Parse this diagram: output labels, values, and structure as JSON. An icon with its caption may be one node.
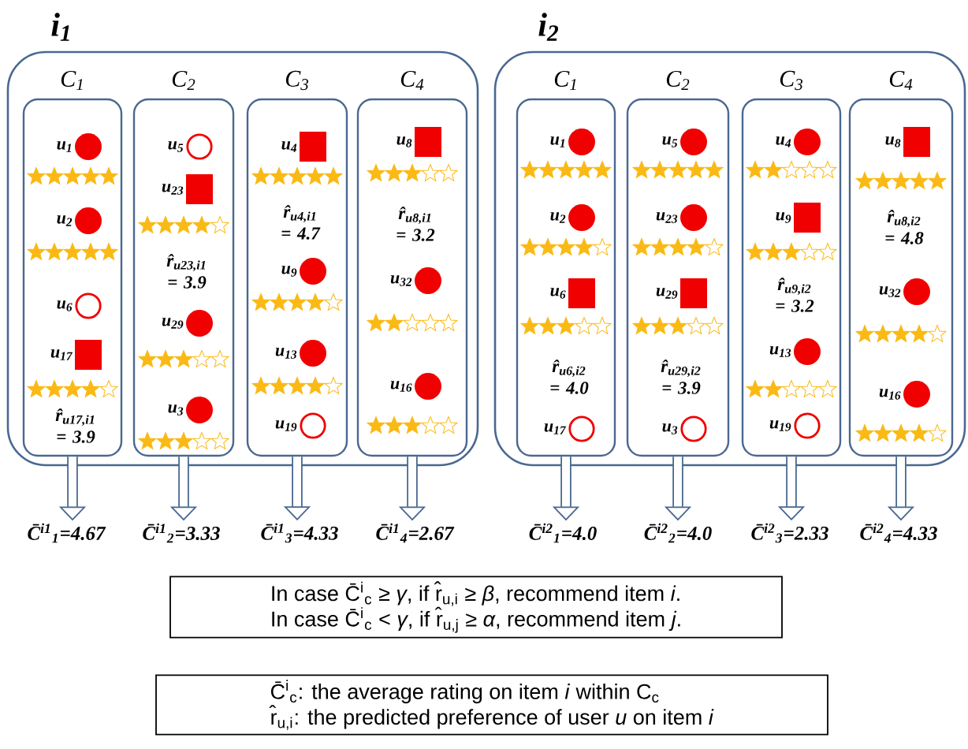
{
  "diagram": {
    "nodes": [
      {
        "text": [
          "i$_{1}$"
        ]
      },
      {
        "text": [
          "C$_{1}$",
          "u$_{1}$",
          "u$_{2}$",
          "u$_{6}$",
          "u$_{17}$",
          "r̂$_{u17,i1}$ = 3.9"
        ],
        "in": 0
      },
      {
        "text": [
          "C$_{2}$",
          "u$_{5}$",
          "u$_{23}$",
          "r̂$_{u23,i1}$ = 3.9",
          "u$_{29}$",
          "u$_{3}$"
        ],
        "in": 0
      },
      {
        "text": [
          "C$_{3}$",
          "u$_{4}$",
          "r̂$_{u4,i1}$ = 4.7",
          "u$_{9}$",
          "u$_{13}$",
          "u$_{19}$"
        ],
        "in": 0
      },
      {
        "text": [
          "C$_{4}$",
          "u$_{8}$",
          "r̂$_{u8,i1}$ = 3.2",
          "u$_{32}$",
          "u$_{16}$"
        ],
        "in": 0
      },
      {
        "text": [
          "i$_{2}$"
        ]
      },
      {
        "text": [
          "C$_{1}$",
          "u$_{1}$",
          "u$_{2}$",
          "u$_{6}$",
          "r̂$_{u6,i2}$ = 4.0",
          "u$_{17}$"
        ],
        "in": 5
      },
      {
        "text": [
          "C$_{2}$",
          "u$_{5}$",
          "u$_{23}$",
          "u$_{29}$",
          "r̂$_{u29,i2}$ = 3.9",
          "u$_{3}$"
        ],
        "in": 5
      },
      {
        "text": [
          "C$_{3}$",
          "u$_{4}$",
          "u$_{9}$",
          "r̂$_{u9,i2}$ = 3.2",
          "u$_{13}$",
          "u$_{19}$"
        ],
        "in": 5
      },
      {
        "text": [
          "C$_{4}$",
          "u$_{8}$",
          "r̂$_{u8,i2}$ = 4.8",
          "u$_{32}$",
          "u$_{16}$"
        ],
        "in": 5
      },
      {
        "text": [
          "C̄$^{i1}$$_{1}$=4.67"
        ]
      },
      {
        "text": [
          "C̄$^{i1}$$_{2}$=3.33"
        ]
      },
      {
        "text": [
          "C̄$^{i1}$$_{3}$=4.33"
        ]
      },
      {
        "text": [
          "C̄$^{i1}$$_{4}$=2.67"
        ]
      },
      {
        "text": [
          "C̄$^{i2}$$_{1}$=4.0"
        ]
      },
      {
        "text": [
          "C̄$^{i2}$$_{2}$=4.0"
        ]
      },
      {
        "text": [
          "C̄$^{i2}$$_{3}$=2.33"
        ]
      },
      {
        "text": [
          "C̄$^{i2}$$_{4}$=4.33"
        ]
      },
      {
        "text": [
          "In case C̄$^{i}$$_{c}$ ≥ *γ*, if r̂$_{u,i}$ ≥ *β*, recommend item *i*.",
          "In case C̄$^{i}$$_{c}$ < *γ*, if r̂$_{u,j}$ ≥ *α*, recommend item *j*."
        ]
      },
      {
        "text": [
          "C̄$^{i}$$_{c}$: the average rating on item *i* within C$_{c}$",
          "r̂$_{u,i}$: the predicted preference of user *u* on item *i*"
        ]
      }
    ],
    "edges": [
      {
        "from": 1,
        "to": 10,
        "arrow": "to"
      },
      {
        "from": 2,
        "to": 11,
        "arrow": "to"
      },
      {
        "from": 3,
        "to": 12,
        "arrow": "to"
      },
      {
        "from": 4,
        "to": 13,
        "arrow": "to"
      },
      {
        "from": 6,
        "to": 14,
        "arrow": "to"
      },
      {
        "from": 7,
        "to": 15,
        "arrow": "to"
      },
      {
        "from": 8,
        "to": 16,
        "arrow": "to"
      },
      {
        "from": 9,
        "to": 17,
        "arrow": "to"
      }
    ]
  }
}
